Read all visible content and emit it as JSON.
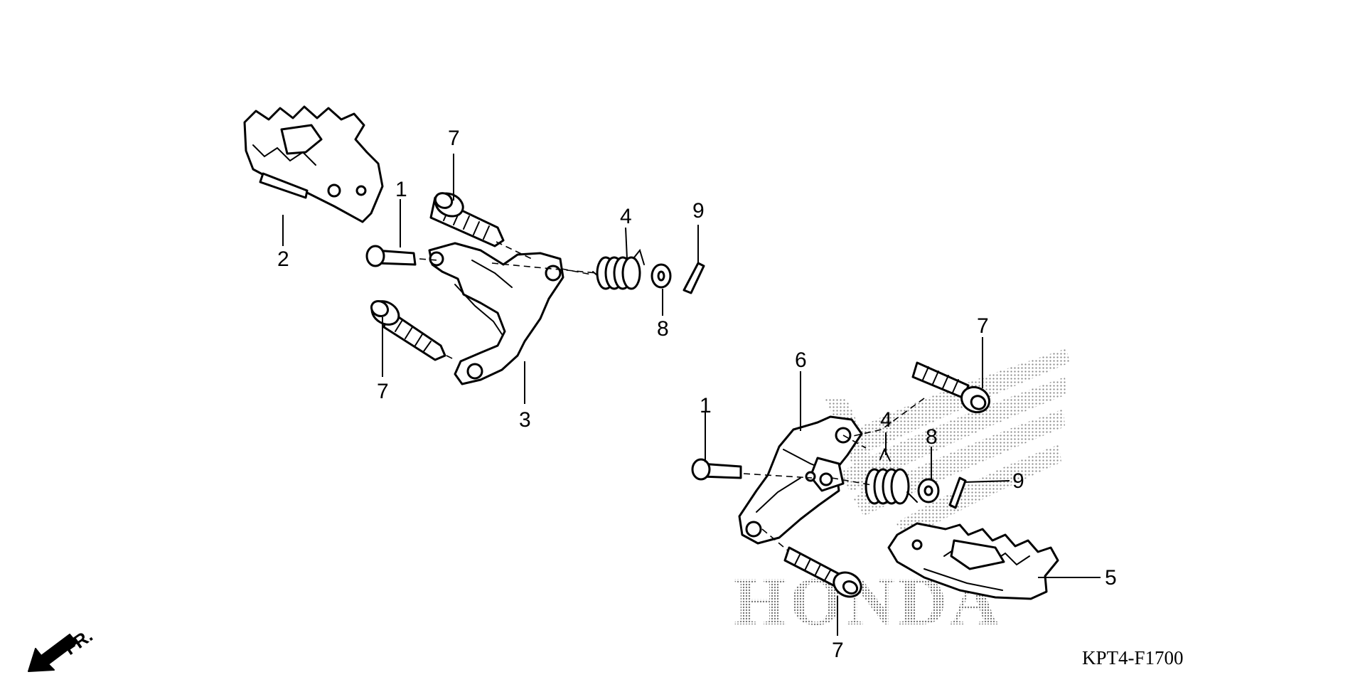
{
  "diagram": {
    "code": "KPT4-F1700",
    "direction_label": "FR.",
    "watermark_text": "HONDA",
    "callouts": [
      {
        "id": "c-1a",
        "label": "1"
      },
      {
        "id": "c-2",
        "label": "2"
      },
      {
        "id": "c-3",
        "label": "3"
      },
      {
        "id": "c-4a",
        "label": "4"
      },
      {
        "id": "c-7a",
        "label": "7"
      },
      {
        "id": "c-7b",
        "label": "7"
      },
      {
        "id": "c-8a",
        "label": "8"
      },
      {
        "id": "c-9a",
        "label": "9"
      },
      {
        "id": "c-1b",
        "label": "1"
      },
      {
        "id": "c-4b",
        "label": "4"
      },
      {
        "id": "c-5",
        "label": "5"
      },
      {
        "id": "c-6",
        "label": "6"
      },
      {
        "id": "c-7c",
        "label": "7"
      },
      {
        "id": "c-7d",
        "label": "7"
      },
      {
        "id": "c-8b",
        "label": "8"
      },
      {
        "id": "c-9b",
        "label": "9"
      }
    ]
  },
  "icons": {
    "direction_arrow": "arrow-down-left-icon",
    "watermark": "honda-wing-logo"
  },
  "colors": {
    "ink": "#000000",
    "watermark_dot": "#8a8a8a",
    "background": "#ffffff"
  }
}
